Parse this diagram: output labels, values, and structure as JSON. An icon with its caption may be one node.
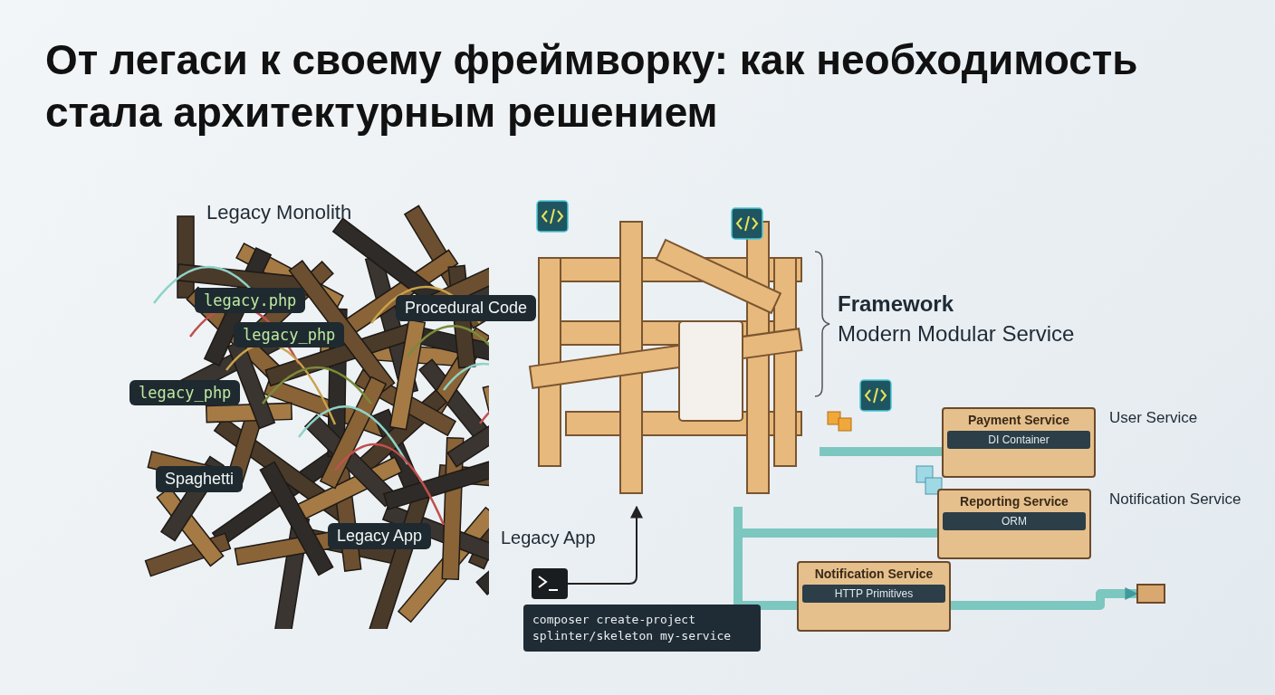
{
  "diagram": {
    "title": "От легаси к своему фреймворку: как необходимость стала архитектурным решением",
    "nodes": [
      {
        "text": [
          "legacy.php"
        ]
      },
      {
        "text": [
          "legacy_php"
        ]
      },
      {
        "text": [
          "Procedural Code"
        ]
      },
      {
        "text": [
          "legacy_php"
        ]
      },
      {
        "text": [
          "Spaghetti"
        ]
      },
      {
        "text": [
          "Legacy App"
        ]
      },
      {
        "text": [],
        "shape": "picture"
      },
      {
        "text": [],
        "shape": "box"
      },
      {
        "text": [
          "composer create-project splinter/skeleton my-service"
        ]
      },
      {
        "text": [
          "Payment Service",
          "DI Container"
        ]
      },
      {
        "text": [
          "Reporting Service",
          "ORM"
        ]
      },
      {
        "text": [
          "Notification Service",
          "HTTP Primitives"
        ]
      },
      {
        "text": [],
        "shape": "box"
      }
    ],
    "edges": [
      {
        "from": 7,
        "to": 6,
        "arrow": "to",
        "color": "#222222"
      },
      {
        "from": 6,
        "to": 9,
        "arrow": "none"
      },
      {
        "from": 6,
        "to": 10,
        "arrow": "none"
      },
      {
        "from": 6,
        "to": 11,
        "arrow": "none"
      },
      {
        "from": 11,
        "to": 12,
        "arrow": "to"
      }
    ],
    "labels": [
      "Legacy Monolith",
      "Framework",
      "Modern Modular Service",
      "User Service",
      "Notification Service",
      "Legacy App"
    ]
  }
}
